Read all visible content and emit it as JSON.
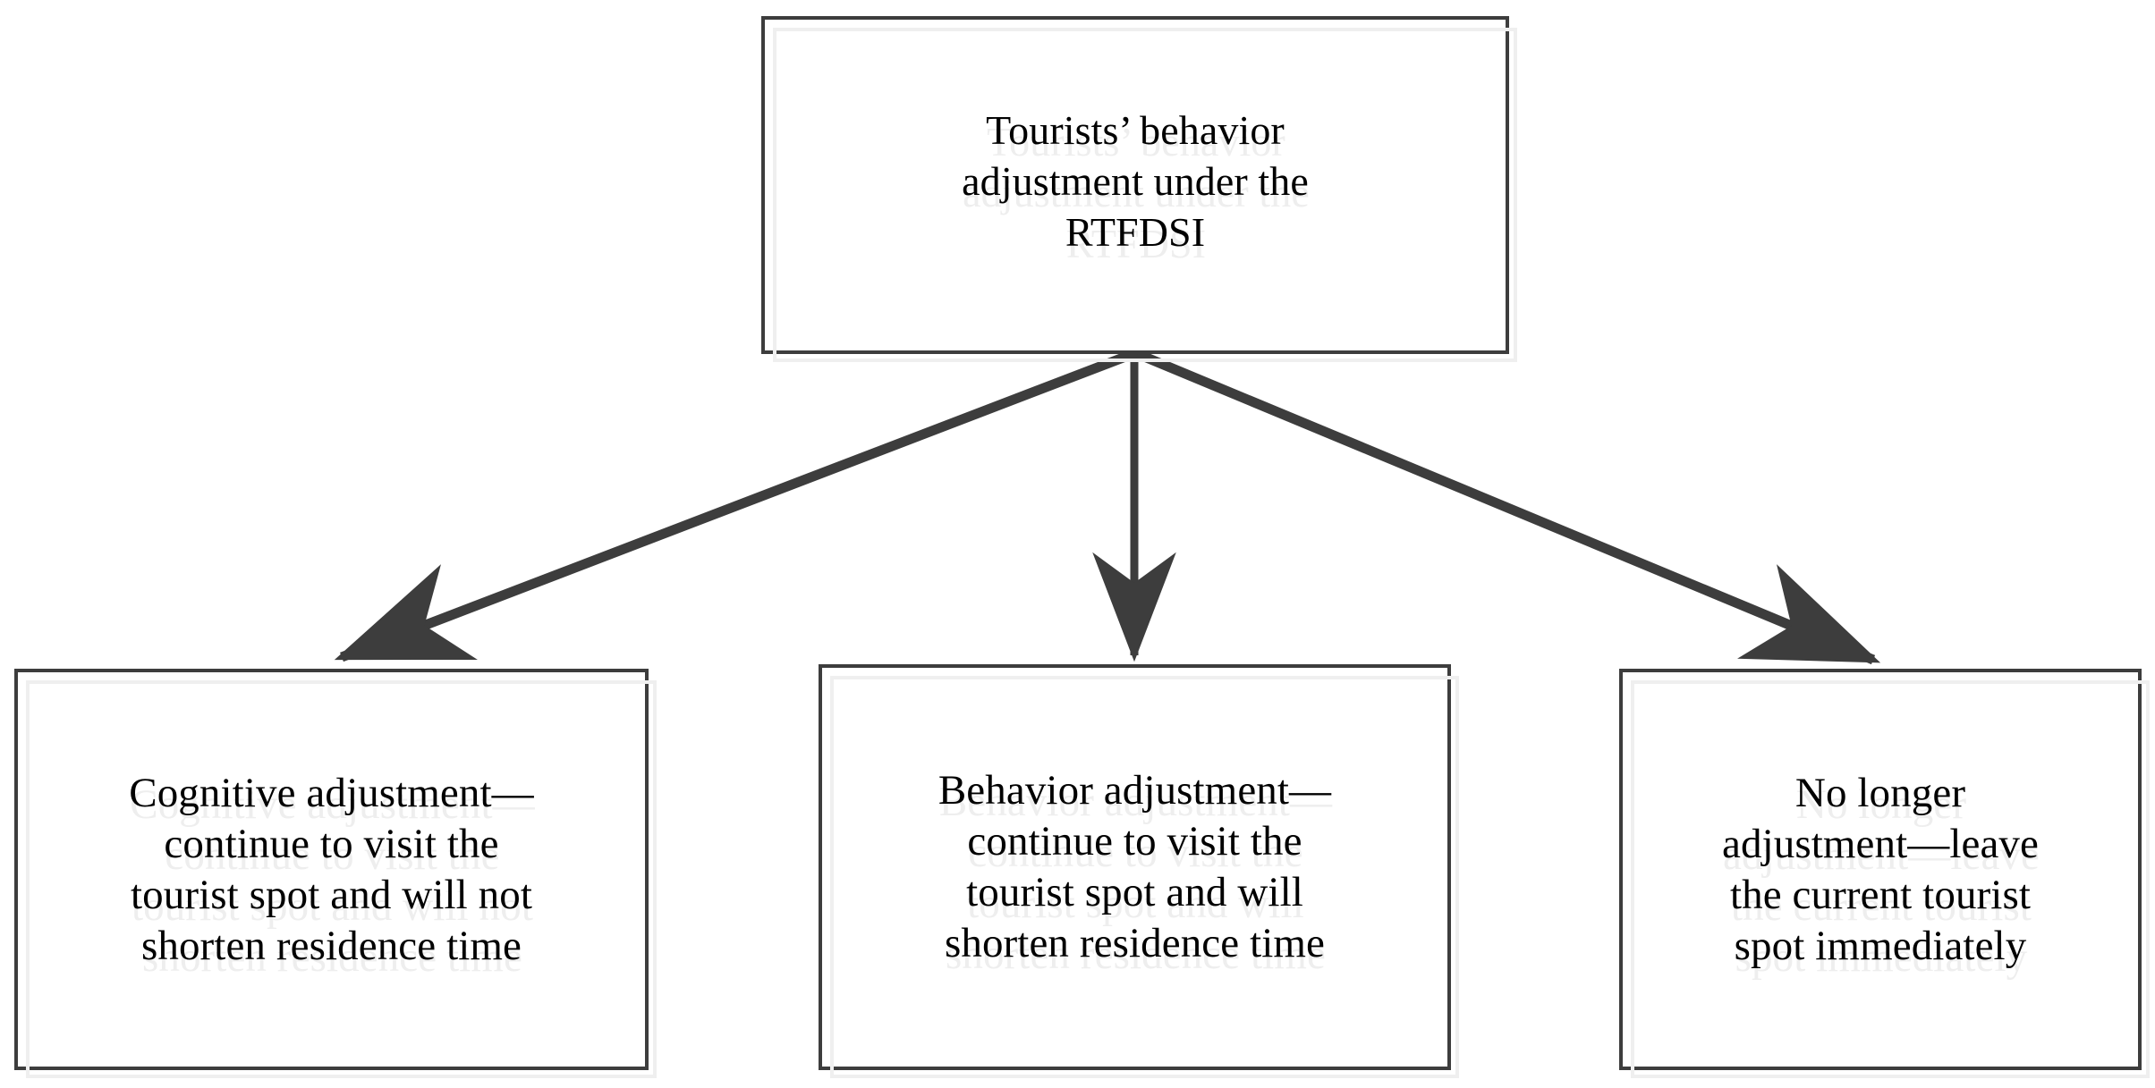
{
  "diagram": {
    "type": "tree",
    "title": "Tourists' behavior adjustment under the RTFDSI",
    "colors": {
      "border": "#3d3d3d",
      "arrow": "#3d3d3d",
      "text": "#000000",
      "background": "#ffffff",
      "ghost": "#eeeeee"
    },
    "root": {
      "id": "root",
      "label": "Tourists’ behavior\nadjustment  under the\nRTFDSI"
    },
    "children": [
      {
        "id": "cognitive",
        "label": "Cognitive adjustment—\ncontinue to visit the\ntourist spot and will not\nshorten residence time"
      },
      {
        "id": "behavior",
        "label": "Behavior adjustment—\ncontinue to visit the\ntourist spot and will\nshorten residence time"
      },
      {
        "id": "no-longer",
        "label": "No longer\nadjustment—leave\nthe current tourist\nspot immediately"
      }
    ],
    "edges": [
      {
        "id": "edge-root-cognitive",
        "from": "root",
        "to": "cognitive",
        "style": "solid-arrow"
      },
      {
        "id": "edge-root-behavior",
        "from": "root",
        "to": "behavior",
        "style": "solid-arrow"
      },
      {
        "id": "edge-root-no-longer",
        "from": "root",
        "to": "no-longer",
        "style": "solid-arrow"
      }
    ]
  }
}
